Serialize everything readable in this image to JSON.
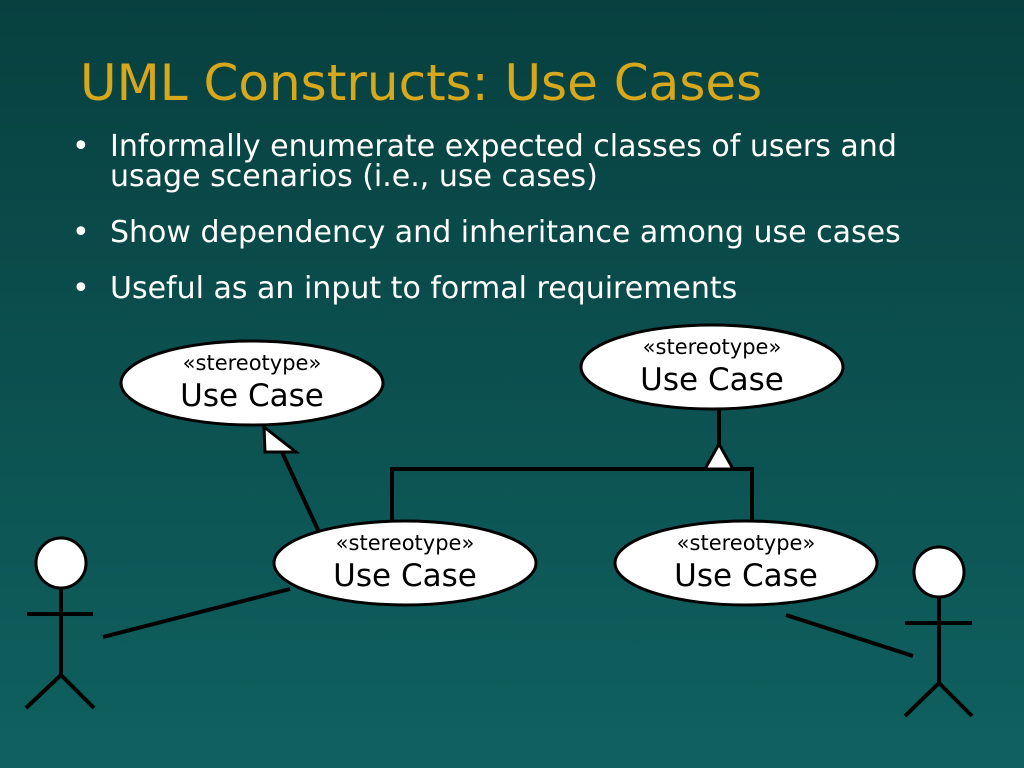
{
  "slide": {
    "title": "UML Constructs: Use Cases",
    "bullets": [
      "Informally enumerate expected classes of users and usage scenarios (i.e., use cases)",
      "Show dependency and inheritance among use cases",
      "Useful as an input to formal requirements"
    ],
    "bullet_glyph": "•"
  },
  "diagram": {
    "use_cases": [
      {
        "stereotype": "«stereotype»",
        "name": "Use Case"
      },
      {
        "stereotype": "«stereotype»",
        "name": "Use Case"
      },
      {
        "stereotype": "«stereotype»",
        "name": "Use Case"
      },
      {
        "stereotype": "«stereotype»",
        "name": "Use Case"
      }
    ]
  },
  "colors": {
    "background_top": "#07403f",
    "background_bottom": "#0f6160",
    "title": "#d7a81c",
    "text": "#ffffff",
    "ellipse_fill": "#ffffff",
    "line": "#000000"
  }
}
